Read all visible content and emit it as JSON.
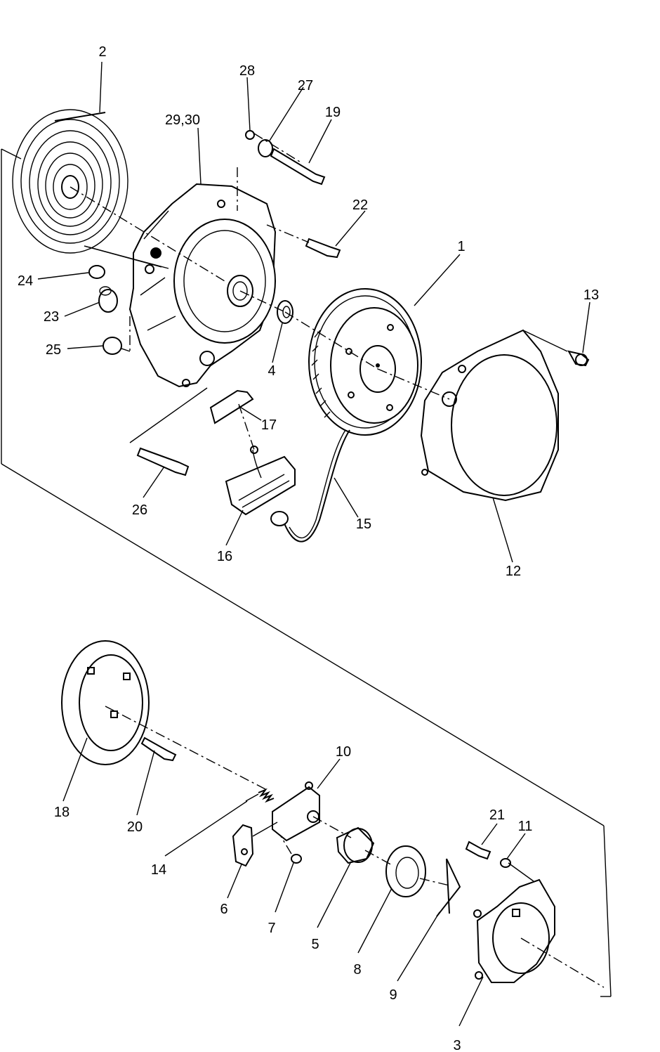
{
  "labels": {
    "l1": "1",
    "l2": "2",
    "l3": "3",
    "l4": "4",
    "l5": "5",
    "l6": "6",
    "l7": "7",
    "l8": "8",
    "l9": "9",
    "l10": "10",
    "l11": "11",
    "l12": "12",
    "l13": "13",
    "l14": "14",
    "l15": "15",
    "l16": "16",
    "l17": "17",
    "l18": "18",
    "l19": "19",
    "l20": "20",
    "l21": "21",
    "l22": "22",
    "l23": "23",
    "l24": "24",
    "l25": "25",
    "l26": "26",
    "l27": "27",
    "l28": "28",
    "l29_30": "29,30"
  }
}
